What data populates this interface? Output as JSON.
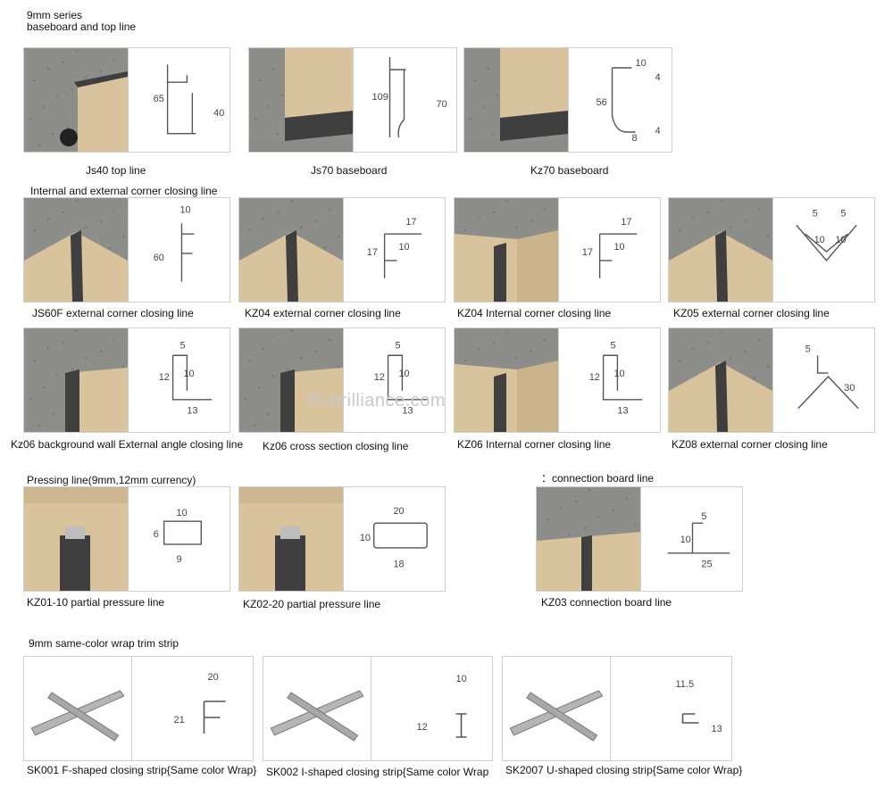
{
  "header": {
    "line1": "9mm series",
    "line2": "baseboard and top line"
  },
  "sections": {
    "corner": "Internal and external corner closing line",
    "pressing": "Pressing line(9mm,12mm currency)",
    "connection": "：connection board line",
    "wrap": "9mm same-color wrap trim strip"
  },
  "watermark": "fs-brilliance.com",
  "products": [
    {
      "caption": "Js40 top line",
      "dims": [
        "65",
        "40"
      ]
    },
    {
      "caption": "Js70 baseboard",
      "dims": [
        "109",
        "70"
      ]
    },
    {
      "caption": "Kz70 baseboard",
      "dims": [
        "10",
        "4",
        "56",
        "8",
        "4"
      ]
    },
    {
      "caption": "JS60F external corner closing line",
      "dims": [
        "10",
        "60"
      ]
    },
    {
      "caption": "KZ04 external corner closing line",
      "dims": [
        "17",
        "17",
        "10"
      ]
    },
    {
      "caption": "KZ04 Internal corner closing line",
      "dims": [
        "17",
        "17",
        "10"
      ]
    },
    {
      "caption": "KZ05 external corner closing line",
      "dims": [
        "5",
        "5",
        "10",
        "10"
      ]
    },
    {
      "caption": "Kz06 background wall External angle closing line",
      "dims": [
        "5",
        "12",
        "10",
        "13"
      ]
    },
    {
      "caption": "Kz06 cross section closing line",
      "dims": [
        "5",
        "12",
        "10",
        "13"
      ]
    },
    {
      "caption": "KZ06 Internal corner closing line",
      "dims": [
        "5",
        "12",
        "10",
        "13"
      ]
    },
    {
      "caption": "KZ08 external corner closing line",
      "dims": [
        "5",
        "30"
      ]
    },
    {
      "caption": "KZ01-10 partial pressure line",
      "dims": [
        "10",
        "6",
        "9"
      ]
    },
    {
      "caption": "KZ02-20 partial pressure line",
      "dims": [
        "20",
        "10",
        "18"
      ]
    },
    {
      "caption": "KZ03 connection board line",
      "dims": [
        "5",
        "10",
        "25"
      ]
    },
    {
      "caption": "SK001 F-shaped closing strip{Same color Wrap}",
      "dims": [
        "20",
        "21"
      ]
    },
    {
      "caption": "SK002 I-shaped closing strip{Same color Wrap",
      "dims": [
        "10",
        "12"
      ]
    },
    {
      "caption": "SK2007 U-shaped closing strip{Same color Wrap}",
      "dims": [
        "11.5",
        "13"
      ]
    }
  ],
  "colors": {
    "wall": "#8d8d8a",
    "wood": "#d8c39d",
    "metal": "#3f3f3f",
    "line": "#666666"
  }
}
